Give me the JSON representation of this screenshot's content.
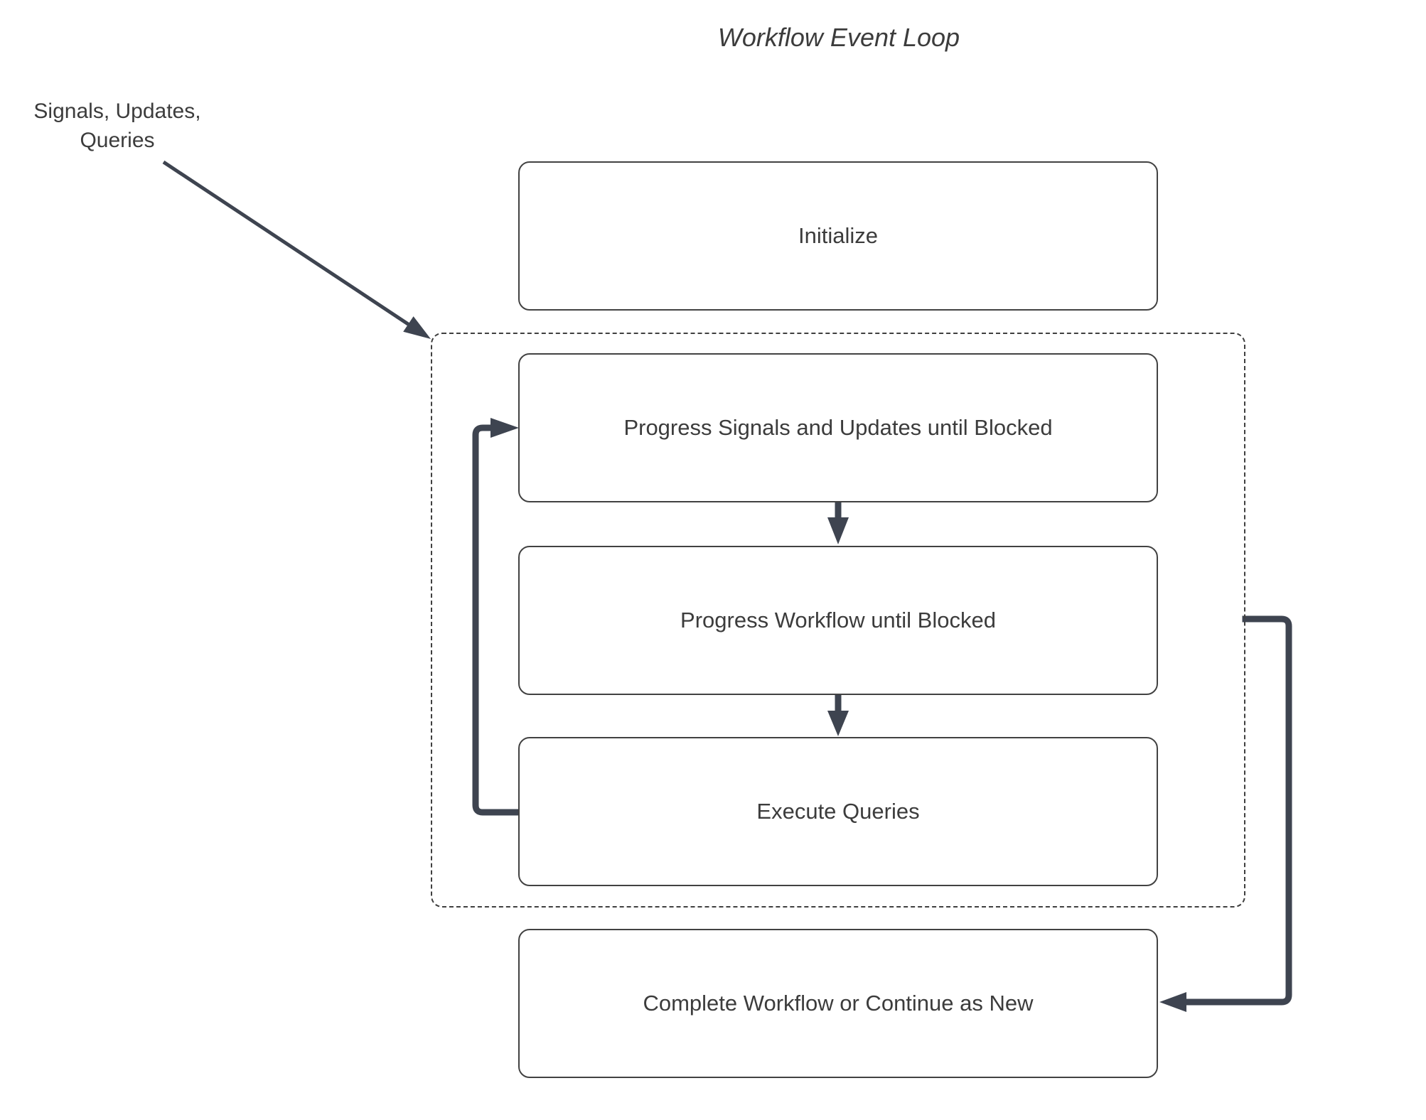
{
  "title": "Workflow Event Loop",
  "annotation": {
    "line1": "Signals, Updates,",
    "line2": "Queries"
  },
  "nodes": {
    "initialize": "Initialize",
    "progress_signals": "Progress Signals and Updates until Blocked",
    "progress_workflow": "Progress Workflow until Blocked",
    "execute_queries": "Execute Queries",
    "complete": "Complete Workflow or Continue as New"
  },
  "connectors": {
    "signals_arrow": "external events into event loop group",
    "loop_back": "execute queries back to progress signals",
    "continue_arrow": "event loop group to complete workflow",
    "down_arrow_1": "progress signals to progress workflow",
    "down_arrow_2": "progress workflow to execute queries"
  },
  "colors": {
    "connector": "#3e4450",
    "border": "#424242",
    "dashed_border": "#3f3f3f",
    "text": "#3c3c3c",
    "background": "#ffffff"
  }
}
